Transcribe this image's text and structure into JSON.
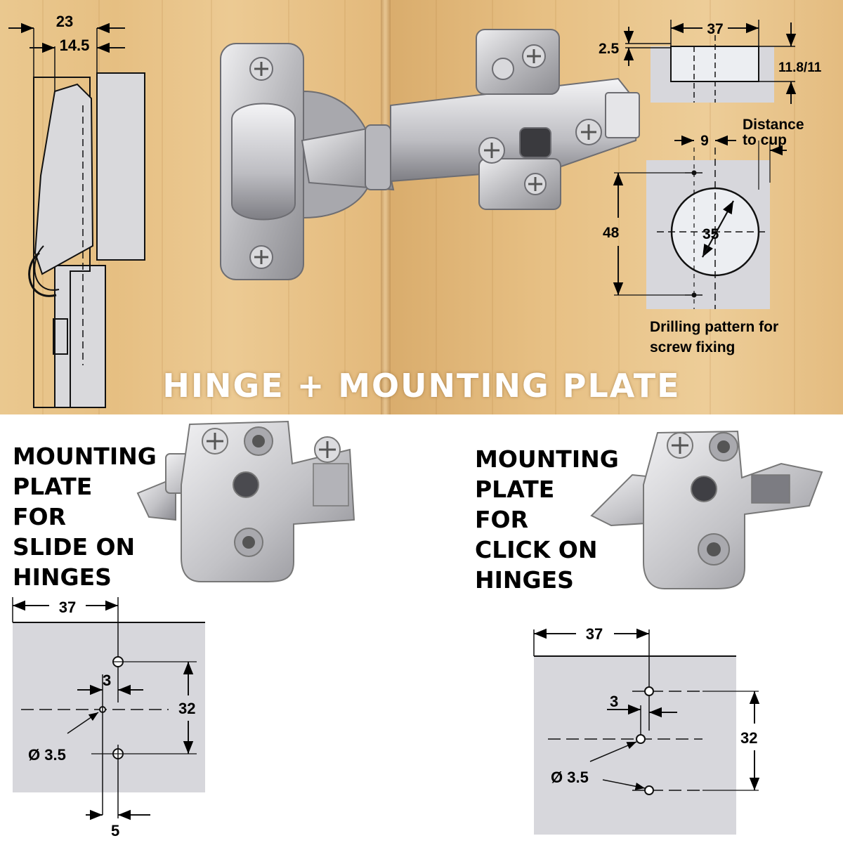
{
  "title": "HINGE + MOUNTING PLATE",
  "colors": {
    "wood_light": "#ecca93",
    "wood_dark": "#d9ac6c",
    "plate_gray": "#d8d8db",
    "metal": "#c9c9cc",
    "text": "#000000",
    "title_text": "#ffffff"
  },
  "side_view": {
    "dim_total": "23",
    "dim_cup": "14.5"
  },
  "cup_spec": {
    "dim_width": "37",
    "dim_offset": "2.5",
    "dim_depth": "11.8/11",
    "dim_screw_offset": "9",
    "distance_to_cup": [
      "Distance",
      "to cup"
    ],
    "dim_height": "48",
    "dim_cup_diameter": "35",
    "drilling_caption": [
      "Drilling pattern for",
      "screw fixing"
    ]
  },
  "slide_plate": {
    "label_lines": [
      "MOUNTING",
      "PLATE",
      "FOR",
      "SLIDE ON",
      "HINGES"
    ],
    "dim_width": "37",
    "dim_offset": "3",
    "dim_spacing": "32",
    "dim_diameter": "Ø 3.5",
    "dim_bottom": "5"
  },
  "click_plate": {
    "label_lines": [
      "MOUNTING",
      "PLATE",
      "FOR",
      "CLICK ON",
      "HINGES"
    ],
    "dim_width": "37",
    "dim_offset": "3",
    "dim_spacing": "32",
    "dim_diameter": "Ø 3.5"
  }
}
